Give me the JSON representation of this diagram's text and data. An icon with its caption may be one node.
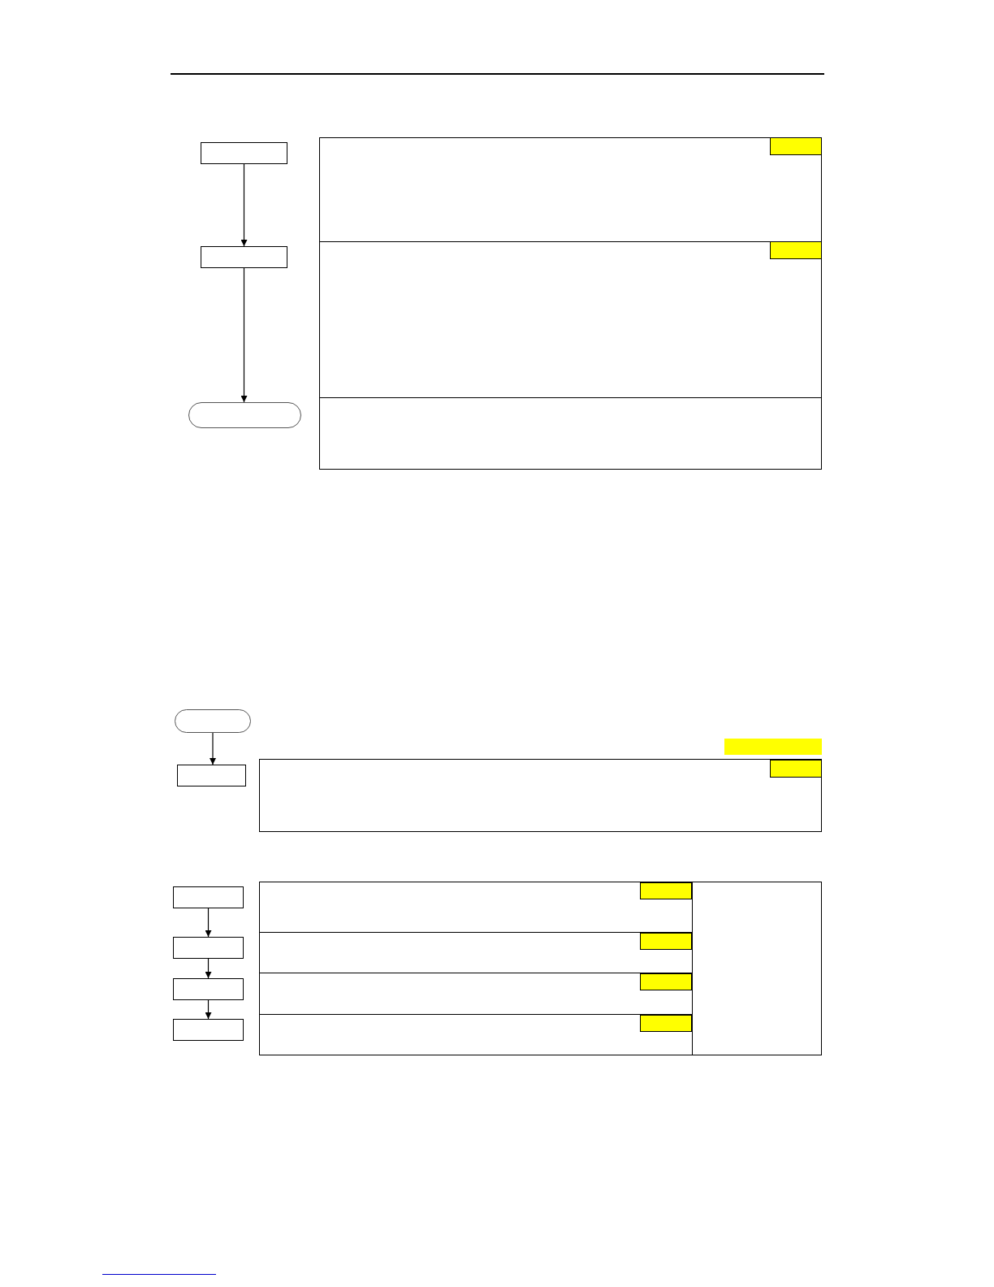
{
  "diagram": {
    "nodes": [
      {
        "text": [],
        "shape": "box"
      },
      {
        "text": [],
        "shape": "box"
      },
      {
        "text": [],
        "shape": "pill"
      },
      {
        "text": [],
        "shape": "pill"
      },
      {
        "text": [],
        "shape": "box"
      },
      {
        "text": [],
        "shape": "box"
      },
      {
        "text": [],
        "shape": "box"
      },
      {
        "text": [],
        "shape": "box"
      },
      {
        "text": [],
        "shape": "box"
      }
    ],
    "edges": [
      {
        "from": 0,
        "to": 1,
        "arrow": "to"
      },
      {
        "from": 1,
        "to": 2,
        "arrow": "to"
      },
      {
        "from": 3,
        "to": 4,
        "arrow": "to"
      },
      {
        "from": 5,
        "to": 6,
        "arrow": "to"
      },
      {
        "from": 6,
        "to": 7,
        "arrow": "to"
      },
      {
        "from": 7,
        "to": 8,
        "arrow": "to"
      }
    ]
  }
}
